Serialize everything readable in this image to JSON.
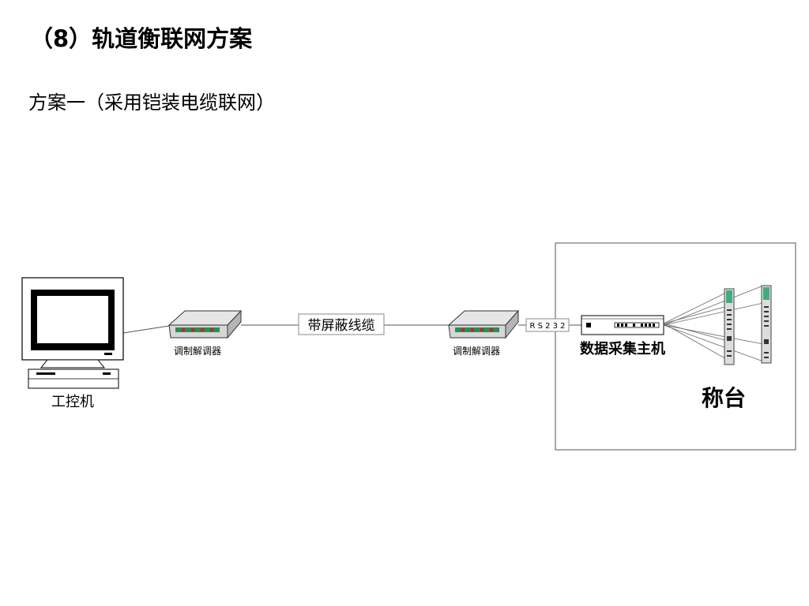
{
  "page": {
    "title": "（8）轨道衡联网方案",
    "subtitle": "方案一（采用铠装电缆联网）"
  },
  "diagram": {
    "nodes": {
      "computer": {
        "label": "工控机",
        "icon": "computer-icon"
      },
      "modem_left": {
        "label": "调制解调器",
        "icon": "modem-icon"
      },
      "modem_right": {
        "label": "调制解调器",
        "icon": "modem-icon"
      },
      "host": {
        "label": "数据采集主机",
        "icon": "data-host-icon"
      },
      "scale": {
        "label": "称台",
        "icon": "scale-module-icon"
      }
    },
    "links": {
      "cable_label": "带屏蔽线缆",
      "rs232_label": "R S 2 3 2"
    },
    "colors": {
      "modem_stripe": "#2e8b57",
      "modem_led": "#cc2222",
      "scale_accent": "#3fae7a"
    }
  }
}
